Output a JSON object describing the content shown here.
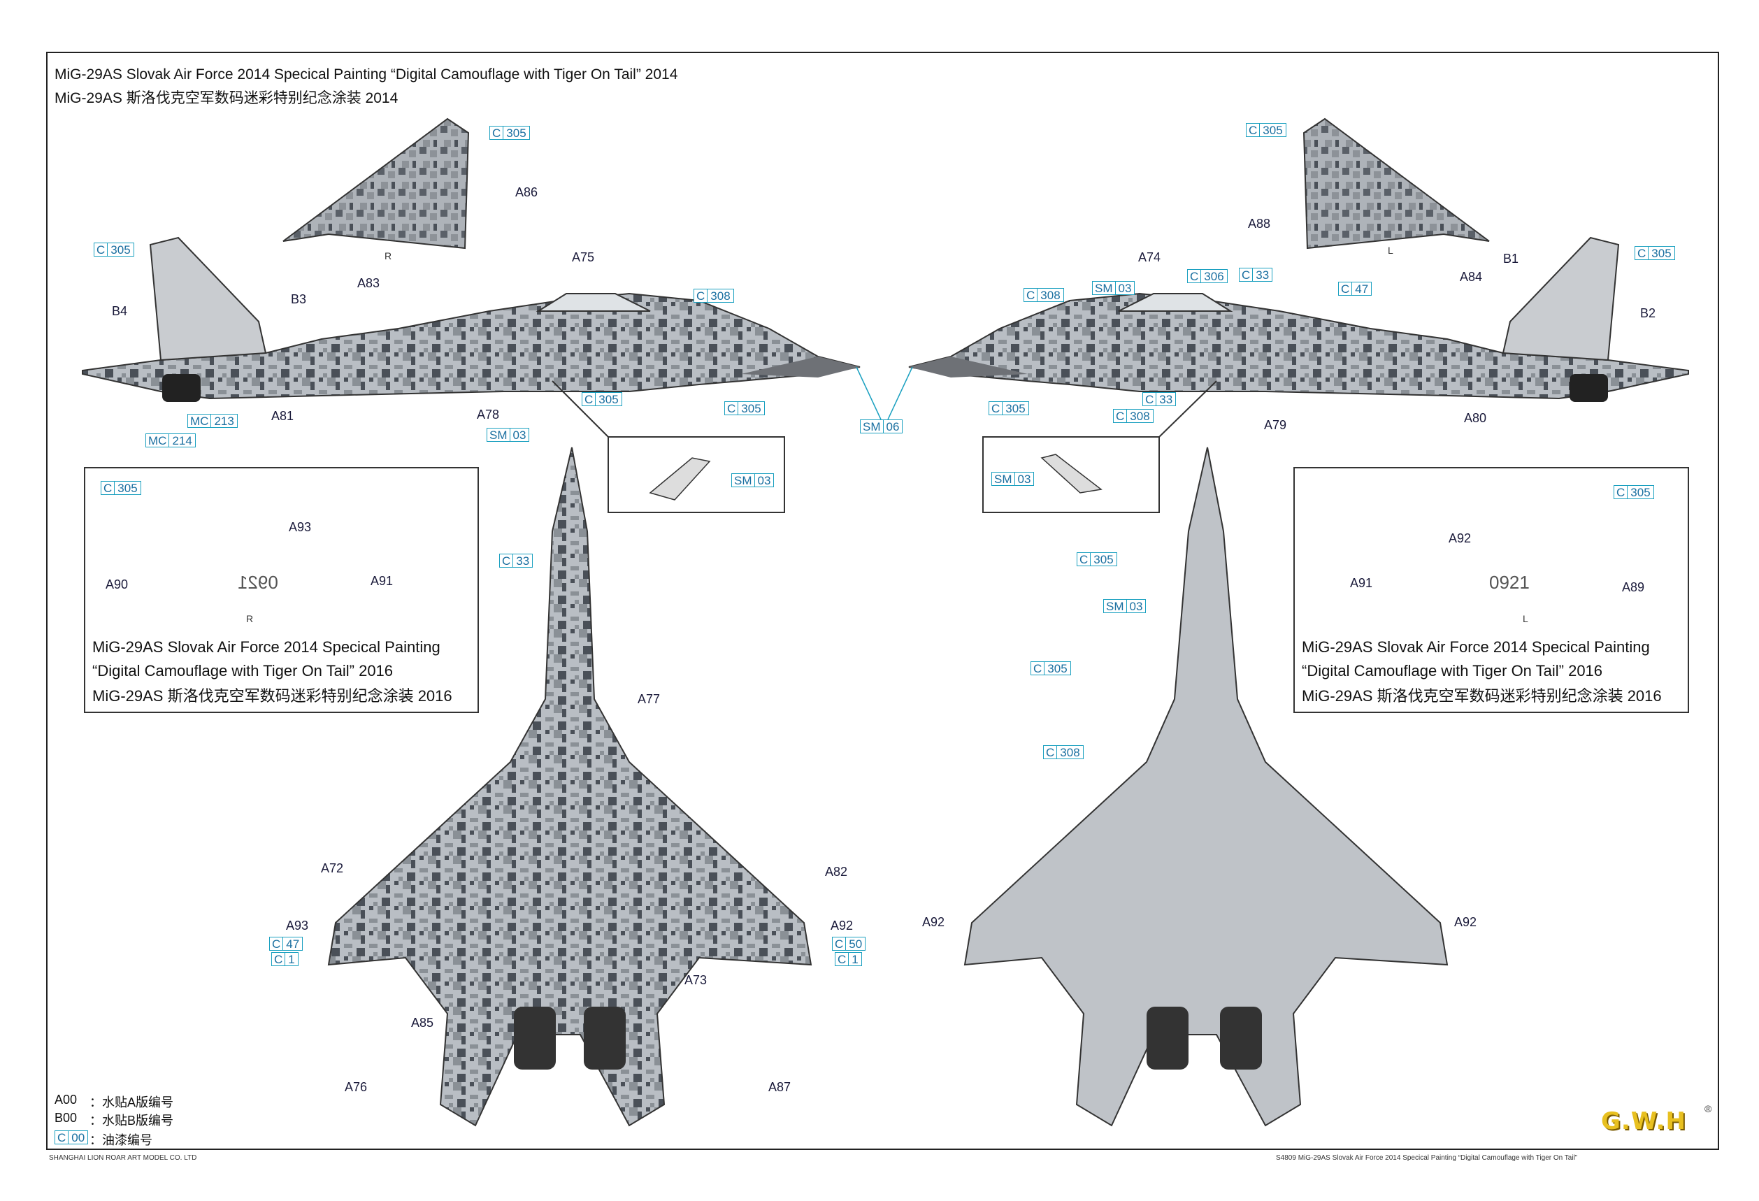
{
  "titles": {
    "main_en": "MiG-29AS Slovak Air Force 2014 Specical Painting “Digital Camouflage with Tiger On Tail” 2014",
    "main_cn": "MiG-29AS 斯洛伐克空军数码迷彩特别纪念涂装  2014",
    "box_en_1": "MiG-29AS Slovak Air Force 2014 Specical Painting",
    "box_en_2": "“Digital Camouflage with Tiger On Tail” 2016",
    "box_cn": "MiG-29AS 斯洛伐克空军数码迷彩特别纪念涂装 2016"
  },
  "side_letters": {
    "r1": "R",
    "l1": "L",
    "r2": "R",
    "l2": "L"
  },
  "tail_numbers": {
    "left": "0921",
    "right": "0921"
  },
  "labels": {
    "a86": "A86",
    "a88": "A88",
    "b4": "B4",
    "b3": "B3",
    "a83": "A83",
    "a75": "A75",
    "a74": "A74",
    "a84": "A84",
    "b1": "B1",
    "b2": "B2",
    "a81": "A81",
    "a78": "A78",
    "a79": "A79",
    "a80": "A80",
    "a93a": "A93",
    "a90": "A90",
    "a91a": "A91",
    "a92a": "A92",
    "a91b": "A91",
    "a89": "A89",
    "a77": "A77",
    "a72": "A72",
    "a82": "A82",
    "a93b": "A93",
    "a92b": "A92",
    "a73": "A73",
    "a85": "A85",
    "a76": "A76",
    "a87": "A87",
    "a92c": "A92",
    "a92d": "A92"
  },
  "codes": {
    "c305": {
      "k": "C",
      "n": "305"
    },
    "c308": {
      "k": "C",
      "n": "308"
    },
    "c306": {
      "k": "C",
      "n": "306"
    },
    "c33": {
      "k": "C",
      "n": "33"
    },
    "c47": {
      "k": "C",
      "n": "47"
    },
    "c50": {
      "k": "C",
      "n": "50"
    },
    "c1": {
      "k": "C",
      "n": "1"
    },
    "sm03": {
      "k": "SM",
      "n": "03"
    },
    "sm06": {
      "k": "SM",
      "n": "06"
    },
    "mc213": {
      "k": "MC",
      "n": "213"
    },
    "mc214": {
      "k": "MC",
      "n": "214"
    },
    "c00": {
      "k": "C",
      "n": "00"
    }
  },
  "legend": {
    "a00": "A00",
    "a00_desc": "：水贴A版编号",
    "b00": "B00",
    "b00_desc": "：水贴B版编号",
    "c00_desc": "：油漆编号"
  },
  "footer": {
    "left": "SHANGHAI LION ROAR ART MODEL CO. LTD",
    "right": "S4809 MiG-29AS  Slovak Air Force 2014 Specical Painting “Digital Camouflage with Tiger On Tail”"
  },
  "brand": {
    "logo": "G.W.H",
    "reg": "®",
    "accent": "#1aa0c0",
    "logo_color": "#e8c020"
  },
  "colors": {
    "camo_light": "#b9bec4",
    "camo_mid": "#8a9096",
    "camo_dark": "#4a5058",
    "nose": "#6e7176"
  }
}
